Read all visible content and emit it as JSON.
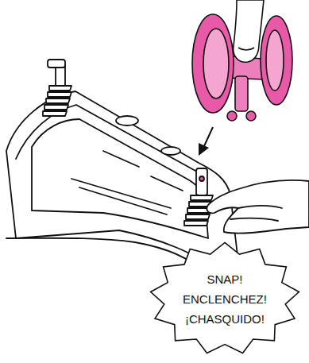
{
  "diagram": {
    "nodes": [
      {
        "text": [
          "SNAP!",
          "ENCLENCHEZ!",
          "¡CHASQUIDO!"
        ]
      }
    ]
  }
}
